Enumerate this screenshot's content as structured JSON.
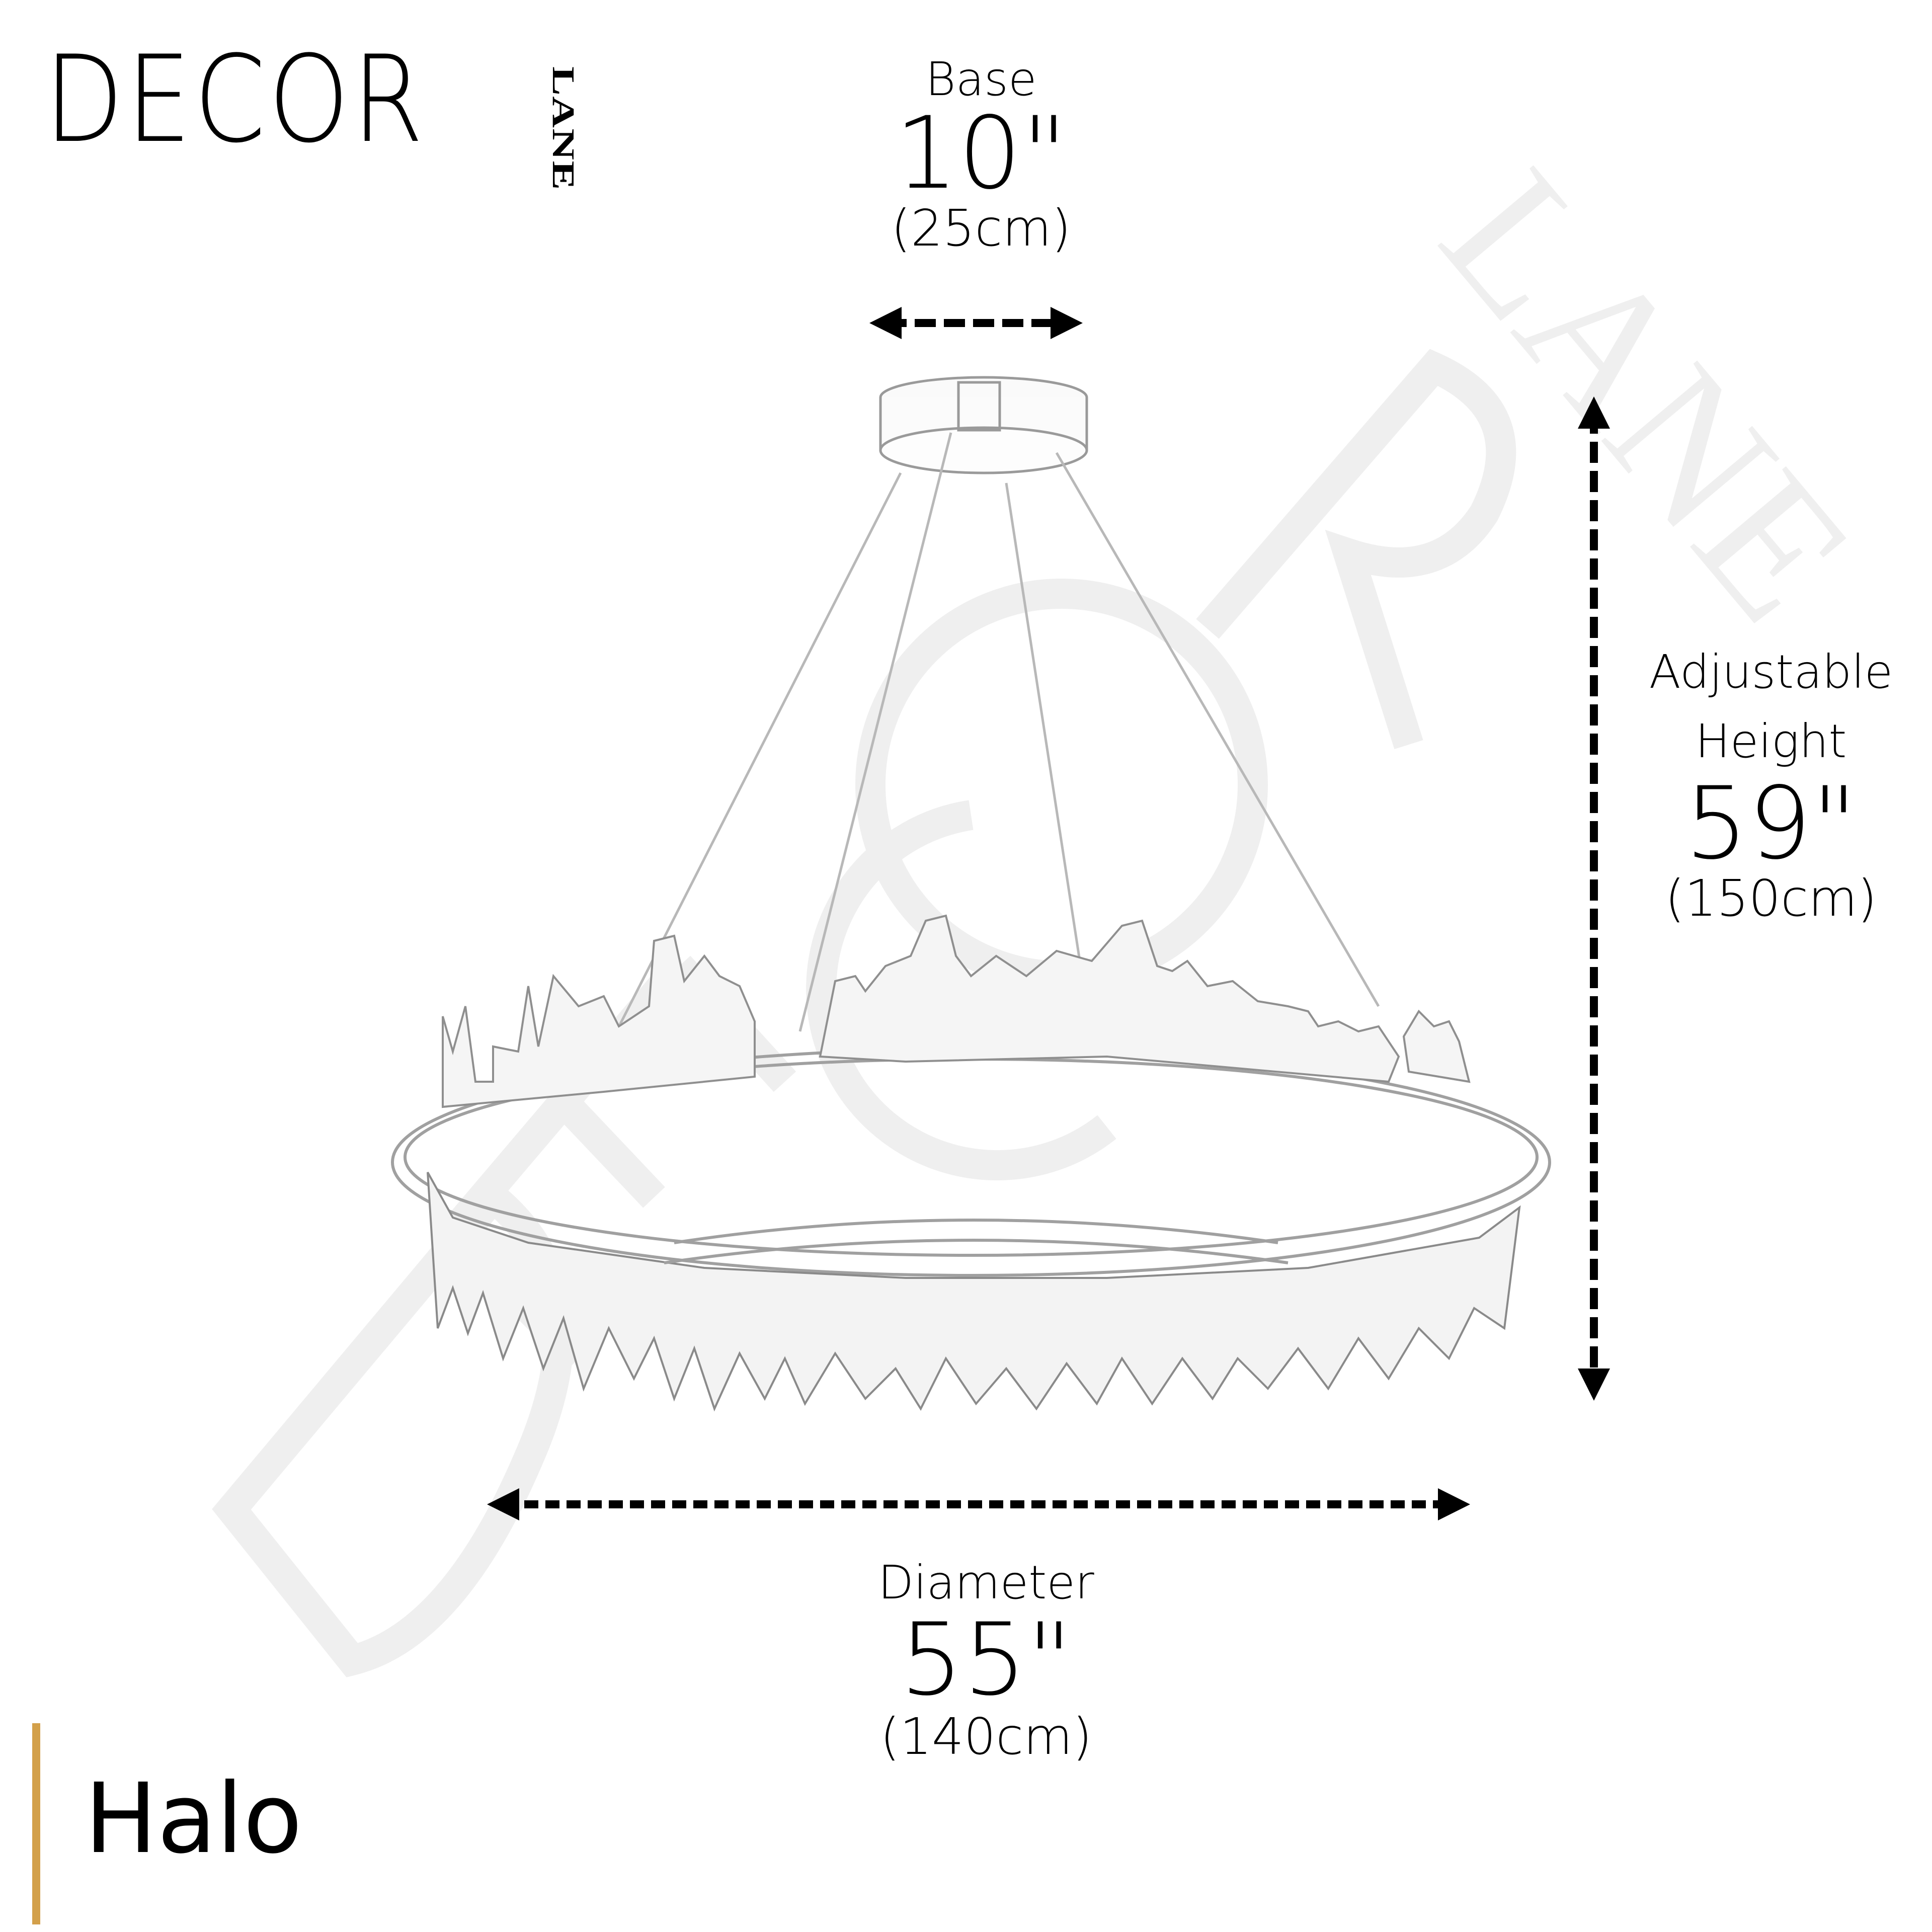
{
  "brand": {
    "logo_main": "DECOR",
    "logo_sub": "LANE",
    "watermark_text": "DECOR LANE"
  },
  "product": {
    "name": "Halo",
    "accent_color": "#D3A04A"
  },
  "dimensions": {
    "base": {
      "label": "Base",
      "inches": "10\"",
      "cm": "(25cm)"
    },
    "height": {
      "label_line1": "Adjustable",
      "label_line2": "Height",
      "inches": "59\"",
      "cm": "(150cm)"
    },
    "diameter": {
      "label": "Diameter",
      "inches": "55\"",
      "cm": "(140cm)"
    }
  },
  "illustration": {
    "subject": "ring chandelier with icicle crystal tiers, ceiling base canopy and suspension cables",
    "line_color": "#8a8a8a",
    "watermark_color": "#efefef"
  }
}
